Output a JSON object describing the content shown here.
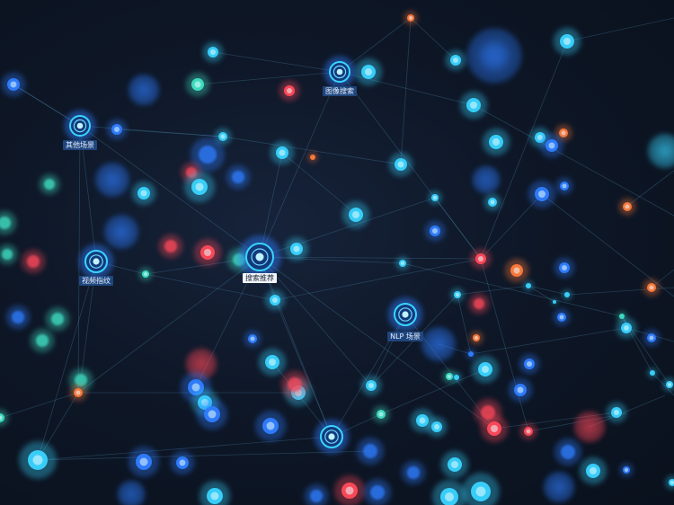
{
  "scene": {
    "background": "#0c1422",
    "node_colors": {
      "blue": "#2f7dff",
      "cyan": "#39d4ff",
      "teal": "#3fe0c4",
      "red": "#ff4a5a",
      "orange": "#ff7a3a"
    },
    "edge_color": "#5aa0c8"
  },
  "hubs": [
    {
      "id": "search-recommend",
      "label": "搜索推荐",
      "primary": true
    },
    {
      "id": "image-search",
      "label": "图像搜索",
      "primary": false
    },
    {
      "id": "other-scenes",
      "label": "其他场景",
      "primary": false
    },
    {
      "id": "video-fingerprint",
      "label": "视频指纹",
      "primary": false
    },
    {
      "id": "nlp-scenes",
      "label": "NLP 场景",
      "primary": false
    }
  ]
}
